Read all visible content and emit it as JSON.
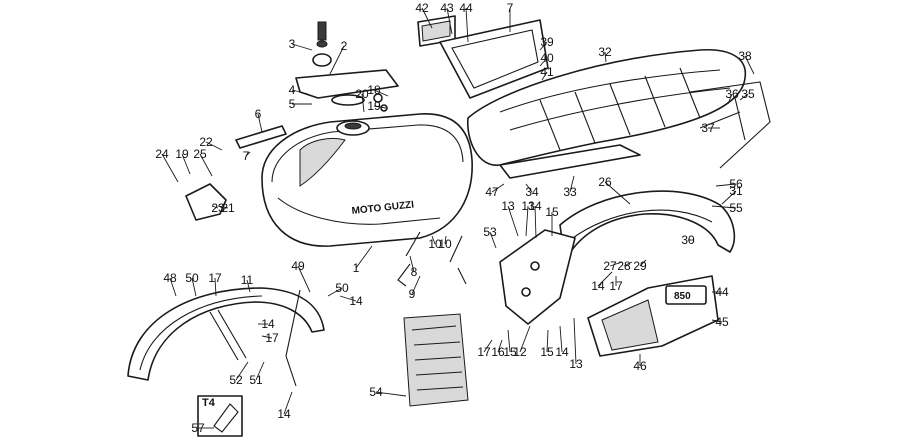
{
  "tank_brand": "MOTO GUZZI",
  "panel_badge": "850",
  "inset_tag": "T4",
  "callouts": [
    "1",
    "2",
    "3",
    "4",
    "5",
    "6",
    "7",
    "7",
    "8",
    "9",
    "10",
    "10",
    "11",
    "12",
    "13",
    "13",
    "13",
    "14",
    "14",
    "14",
    "14",
    "14",
    "14",
    "15",
    "15",
    "15",
    "16",
    "17",
    "17",
    "17",
    "17",
    "18",
    "19",
    "19",
    "20",
    "21",
    "22",
    "23",
    "24",
    "25",
    "26",
    "27",
    "28",
    "29",
    "30",
    "31",
    "32",
    "33",
    "34",
    "35",
    "36",
    "37",
    "38",
    "39",
    "40",
    "41",
    "42",
    "43",
    "44",
    "44",
    "45",
    "46",
    "47",
    "48",
    "49",
    "50",
    "50",
    "51",
    "52",
    "53",
    "54",
    "55",
    "56",
    "57"
  ]
}
